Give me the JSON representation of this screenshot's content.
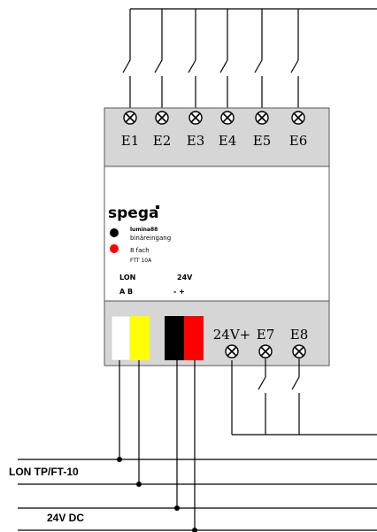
{
  "device": {
    "brand": "spega",
    "product": "lumina88",
    "description": "binäreingang",
    "channels": "8 fach",
    "model": "FTT 10A"
  },
  "terminals_top": [
    "E1",
    "E2",
    "E3",
    "E4",
    "E5",
    "E6"
  ],
  "terminals_bottom": [
    "24V+",
    "E7",
    "E8"
  ],
  "connector_labels": {
    "lon": "LON",
    "lon_ab": "A  B",
    "v24": "24V",
    "v24_pm": "-  +"
  },
  "bus_labels": {
    "lon_bus": "LON TP/FT-10",
    "dc_bus": "24V DC"
  },
  "colors": {
    "module_gray": "#d6d6d6",
    "white_terminal": "#ffffff",
    "yellow_terminal": "#ffff00",
    "black_terminal": "#000000",
    "red_terminal": "#ff0000",
    "led_black": "#000000",
    "led_red": "#ff0000"
  }
}
